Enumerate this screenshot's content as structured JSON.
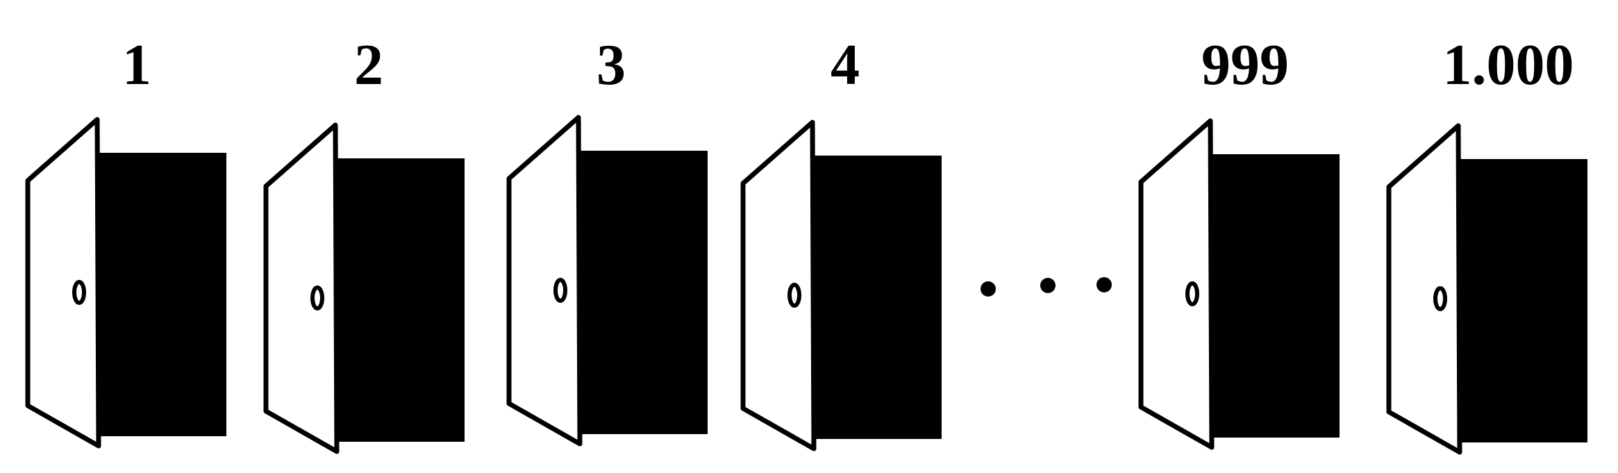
{
  "doors": [
    {
      "label": "1"
    },
    {
      "label": "2"
    },
    {
      "label": "3"
    },
    {
      "label": "4"
    },
    {
      "label": "999"
    },
    {
      "label": "1.000"
    }
  ],
  "ellipsis_dot_count": 3,
  "colors": {
    "door_face": "#ffffff",
    "doorway_opening": "#000000",
    "outline": "#000000",
    "background": "#ffffff"
  }
}
